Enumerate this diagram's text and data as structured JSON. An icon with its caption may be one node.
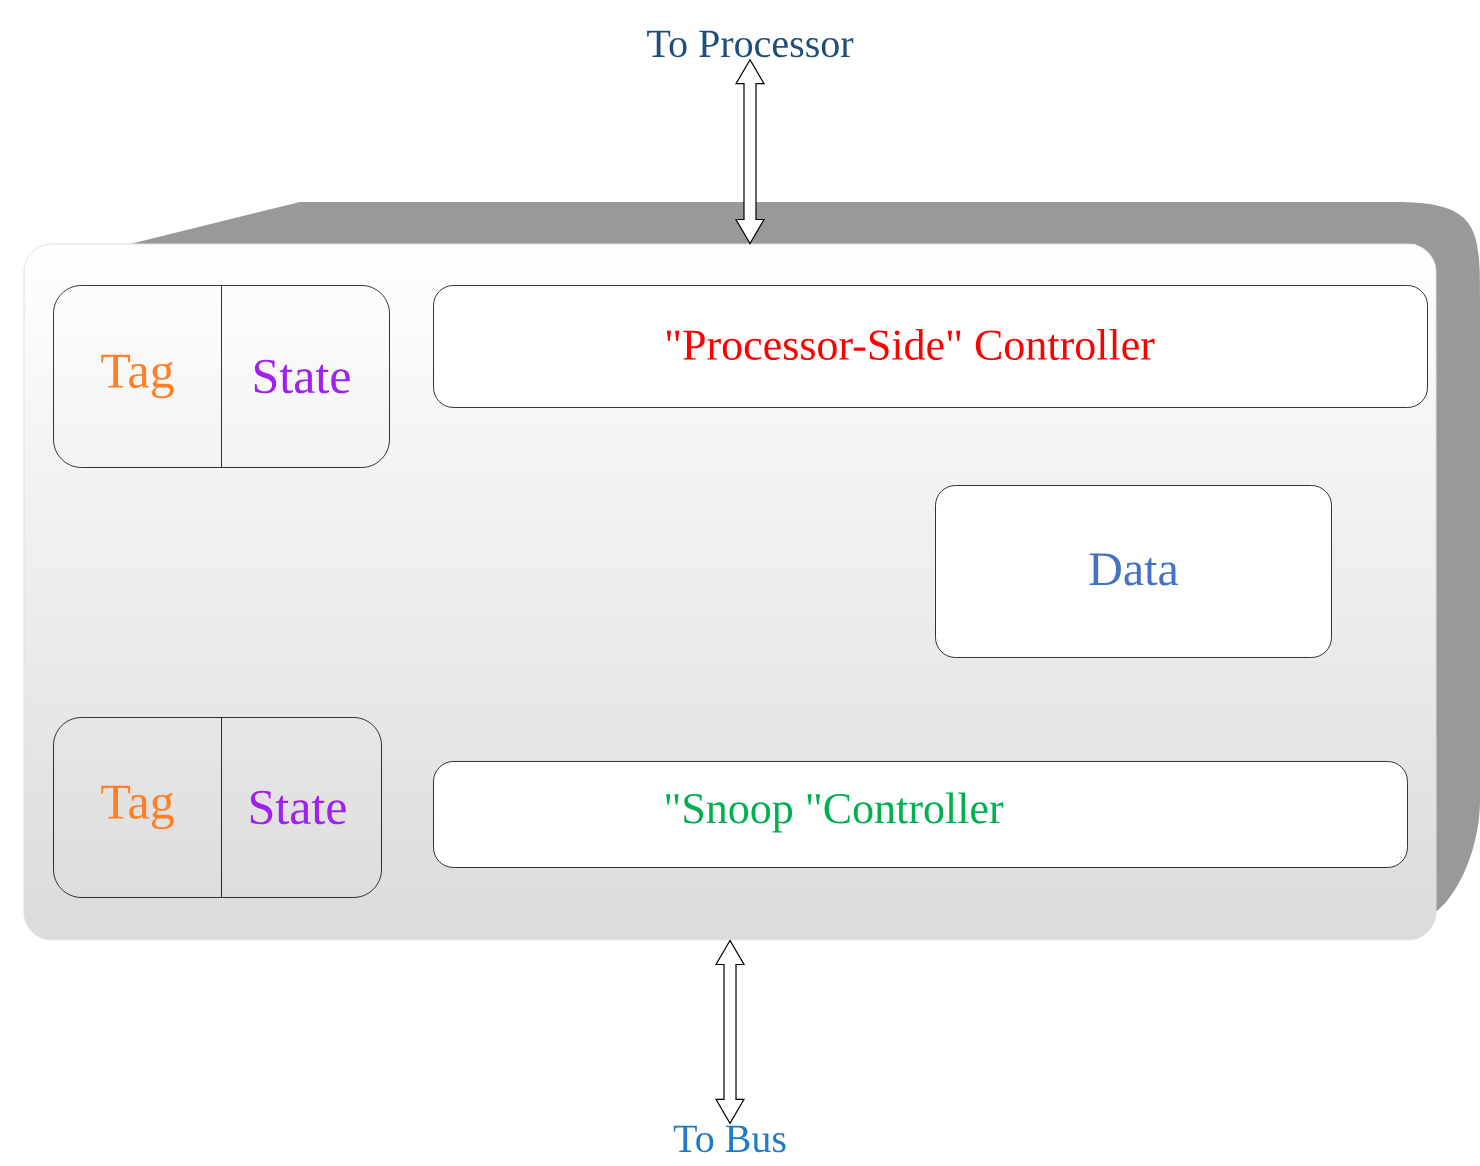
{
  "diagram": {
    "nodes": [
      {
        "text": [
          "To Processor"
        ]
      },
      {
        "text": [],
        "shape": "box"
      },
      {
        "text": [
          "Tag",
          "State"
        ],
        "in": 1
      },
      {
        "text": [
          "\"Processor-Side\" Controller"
        ],
        "in": 1
      },
      {
        "text": [
          "Data"
        ],
        "in": 1
      },
      {
        "text": [
          "Tag",
          "State"
        ],
        "in": 1
      },
      {
        "text": [
          "\"Snoop \"Controller"
        ],
        "in": 1
      },
      {
        "text": [
          "To Bus"
        ]
      }
    ],
    "edges": [
      {
        "from": 0,
        "to": 1,
        "arrow": "both"
      },
      {
        "from": 1,
        "to": 7,
        "arrow": "both"
      }
    ]
  }
}
